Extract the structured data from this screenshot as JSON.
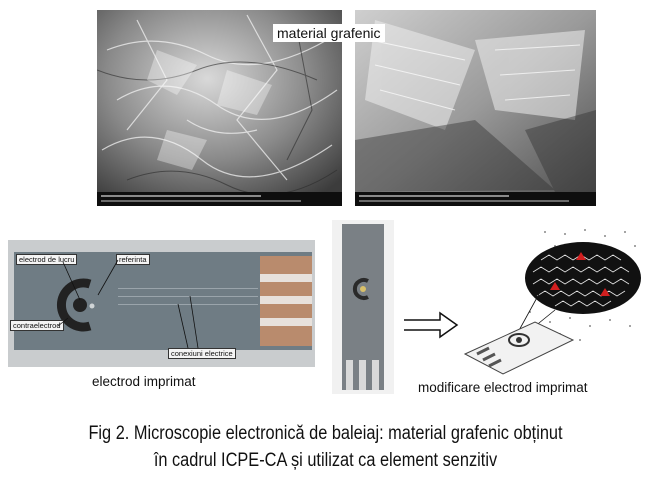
{
  "labels": {
    "material": "material grafenic",
    "electrode_printed": "electrod imprimat",
    "electrode_modified": "modificare electrod imprimat"
  },
  "electrode_annotations": {
    "working": "electrod de lucru",
    "reference": "referinta",
    "counter": "contraelectrod",
    "connections": "conexiuni electrice"
  },
  "caption": {
    "line1": "Fig 2. Microscopie electronică de baleiaj: material grafenic obținut",
    "line2": "în cadrul ICPE-CA și utilizat ca element senzitiv"
  }
}
